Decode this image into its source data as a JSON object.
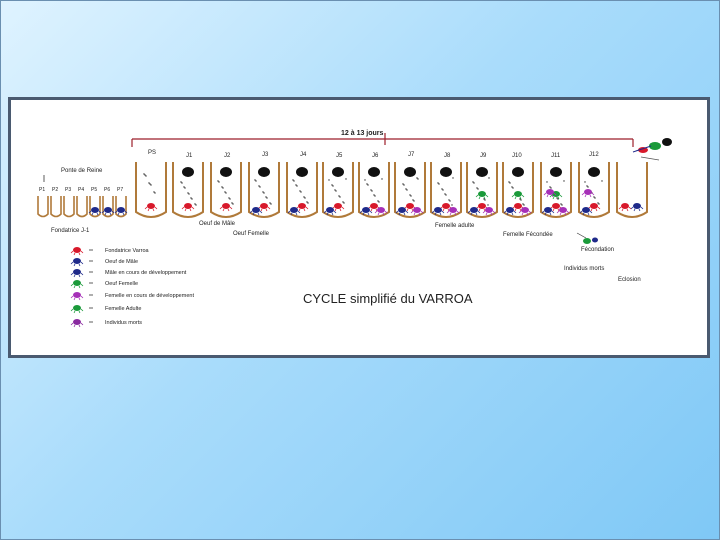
{
  "diagram": {
    "title": "CYCLE simplifié du VARROA",
    "duration_label": "12 à 13 jours",
    "queen_label": "Ponte de Reine",
    "larva_labels": [
      "P1",
      "P2",
      "P3",
      "P4",
      "P5",
      "P6",
      "P7"
    ],
    "foundress_label": "Fondatrice J-1",
    "cell_labels": [
      "PS",
      "J1",
      "J2",
      "J3",
      "J4",
      "J5",
      "J6",
      "J7",
      "J8",
      "J9",
      "J10",
      "J11",
      "J12"
    ],
    "annotations": {
      "male_egg": "Oeuf de Mâle",
      "female_egg": "Oeuf Femelle",
      "adult_female": "Femelle adulte",
      "fertilized_female": "Femelle Fécondée",
      "fertilization": "Fécondation",
      "dead": "Individus morts",
      "hatching": "Eclosion"
    },
    "legend": [
      {
        "label": "Fondatrice Varroa",
        "color": "#d8192b"
      },
      {
        "label": "Oeuf de Mâle",
        "color": "#1f2a8a"
      },
      {
        "label": "Mâle en cours de développement",
        "color": "#1f2a8a"
      },
      {
        "label": "Oeuf Femelle",
        "color": "#1a9a3a"
      },
      {
        "label": "Femelle en cours de développement",
        "color": "#a630b8"
      },
      {
        "label": "Femelle Adulte",
        "color": "#1a9a3a"
      },
      {
        "label": "Individus morts",
        "color": "#8a2aa0"
      }
    ],
    "colors": {
      "cell_outline": "#b07a3a",
      "bracket": "#9c1f2a",
      "foundress": "#d8192b",
      "male": "#1f2a8a",
      "female": "#1a9a3a",
      "female_dev": "#a630b8"
    }
  }
}
